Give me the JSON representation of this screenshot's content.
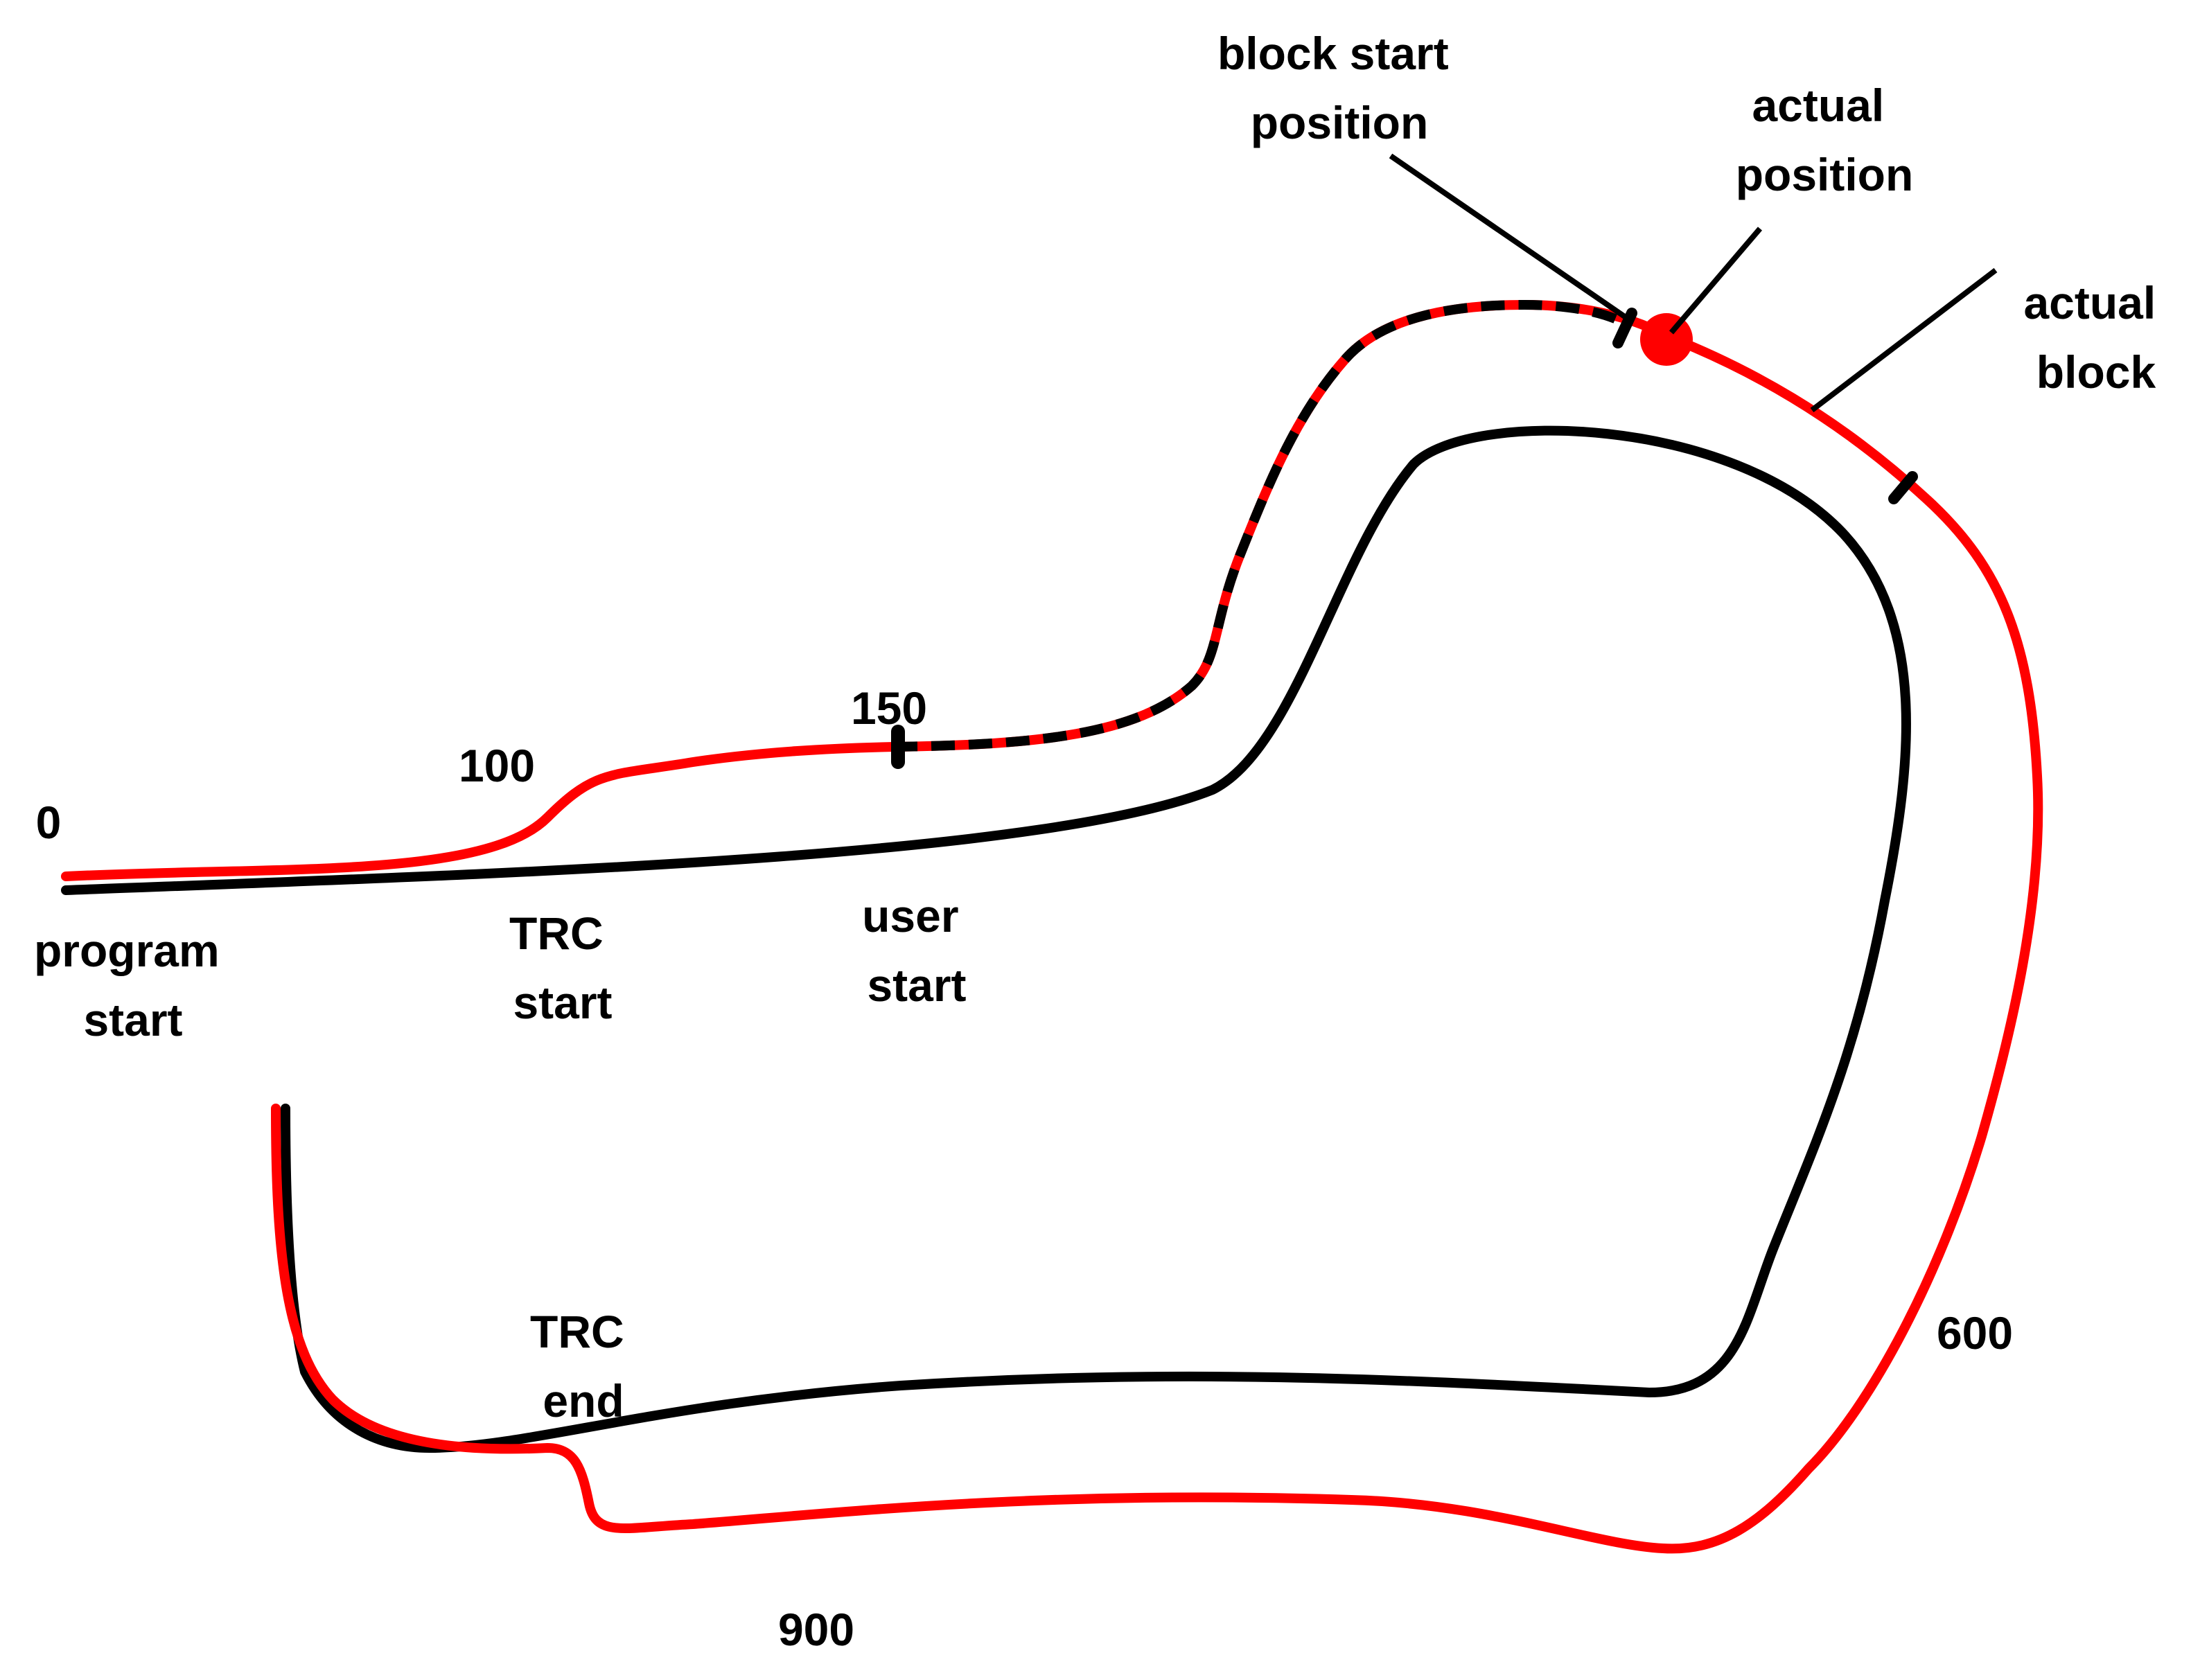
{
  "labels": {
    "block_start_position": [
      "block start",
      "position"
    ],
    "actual_position": [
      "actual",
      "position"
    ],
    "actual_block": [
      "actual",
      "block"
    ],
    "program_start": [
      "program",
      "start"
    ],
    "trc_start": [
      "TRC",
      "start"
    ],
    "user_start": [
      "user",
      "start"
    ],
    "trc_end": [
      "TRC",
      "end"
    ]
  },
  "markers": {
    "m0": "0",
    "m100": "100",
    "m150": "150",
    "m600": "600",
    "m900": "900"
  },
  "colors": {
    "programmed_path": "#000000",
    "compensated_path": "#ff0000",
    "actual_position_dot": "#ff0000",
    "block_segment": "#000000"
  }
}
